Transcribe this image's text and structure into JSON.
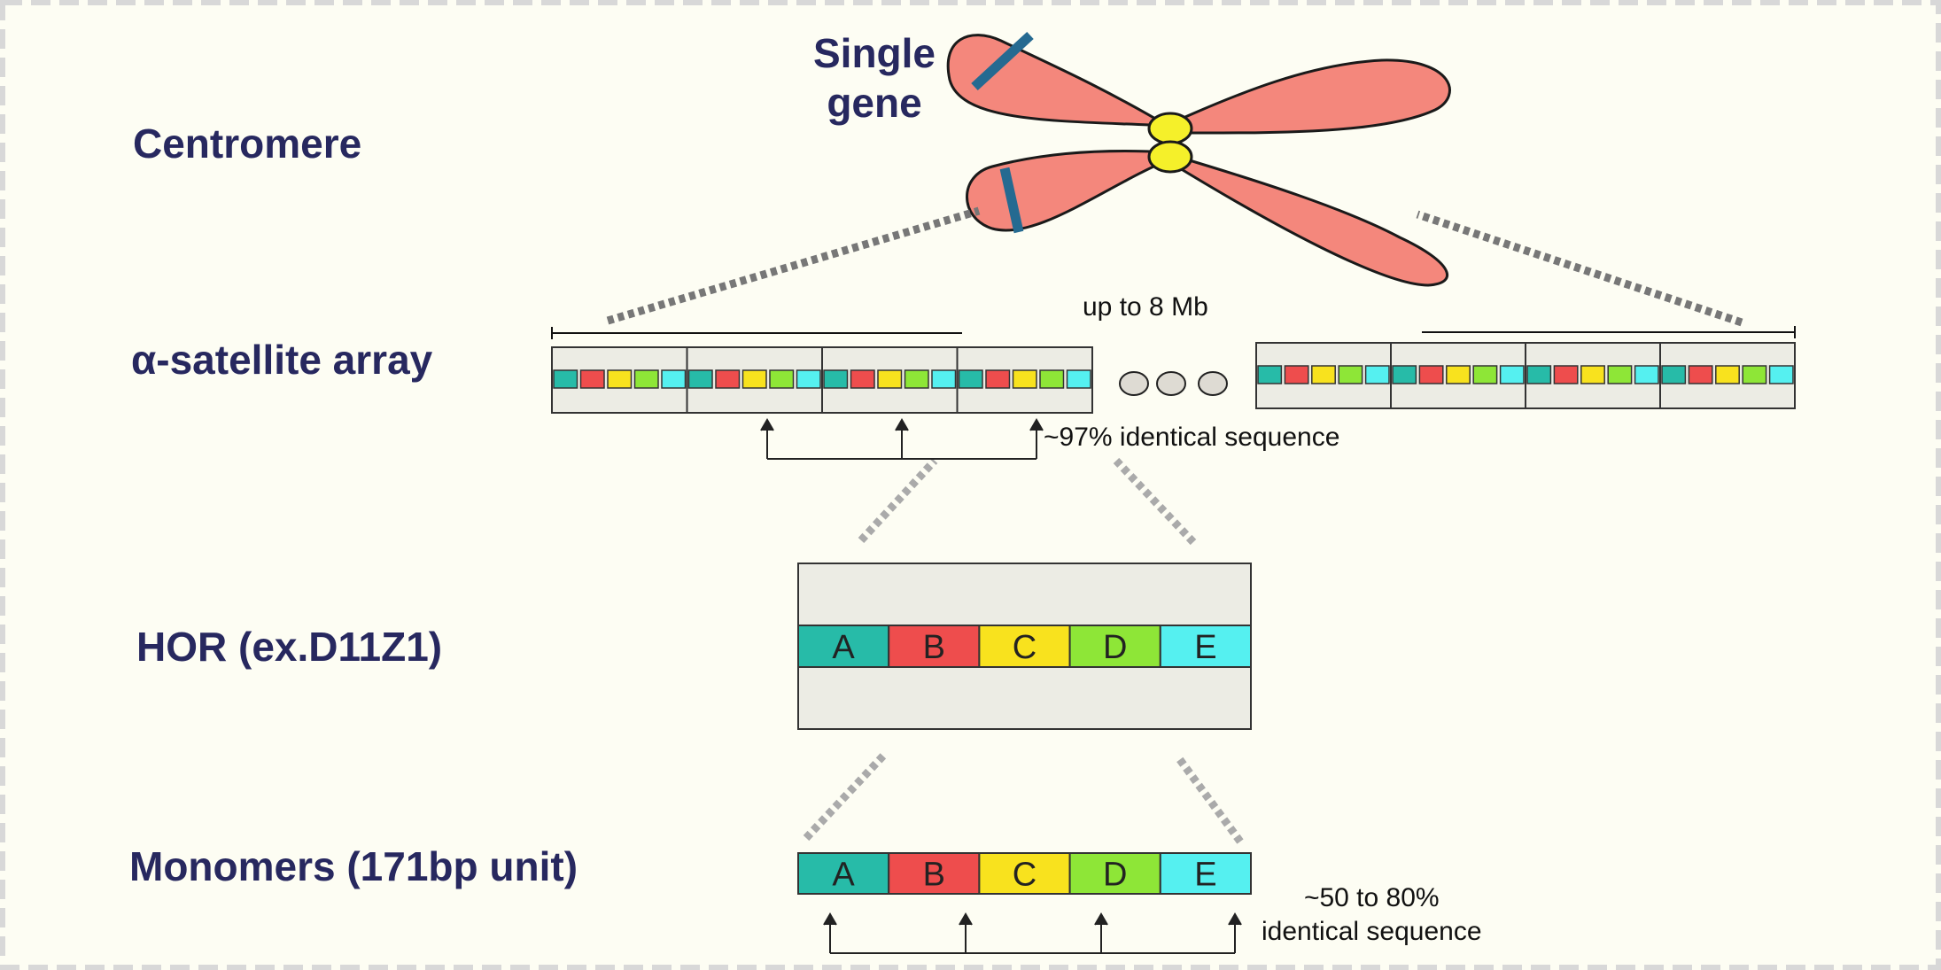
{
  "labels": {
    "centromere": "Centromere",
    "alpha_array": "α-satellite array",
    "hor": "HOR (ex.D11Z1)",
    "monomers": "Monomers (171bp unit)",
    "single_gene_line1": "Single",
    "single_gene_line2": "gene"
  },
  "annotations": {
    "array_size": "up to 8 Mb",
    "hor_identity": "~97% identical sequence",
    "monomer_identity_line1": "~50 to 80%",
    "monomer_identity_line2": "identical sequence"
  },
  "monomer_letters": [
    "A",
    "B",
    "C",
    "D",
    "E"
  ],
  "colors": {
    "title_text": "#27285f",
    "chromosome_fill": "#f4877c",
    "centromere_fill": "#f5f02a",
    "gene_band": "#256a91",
    "hor_box": "#ecece4",
    "monomer_A": "#27bba8",
    "monomer_B": "#ee4d4d",
    "monomer_C": "#f8e21e",
    "monomer_D": "#8ee637",
    "monomer_E": "#55f0f0"
  }
}
